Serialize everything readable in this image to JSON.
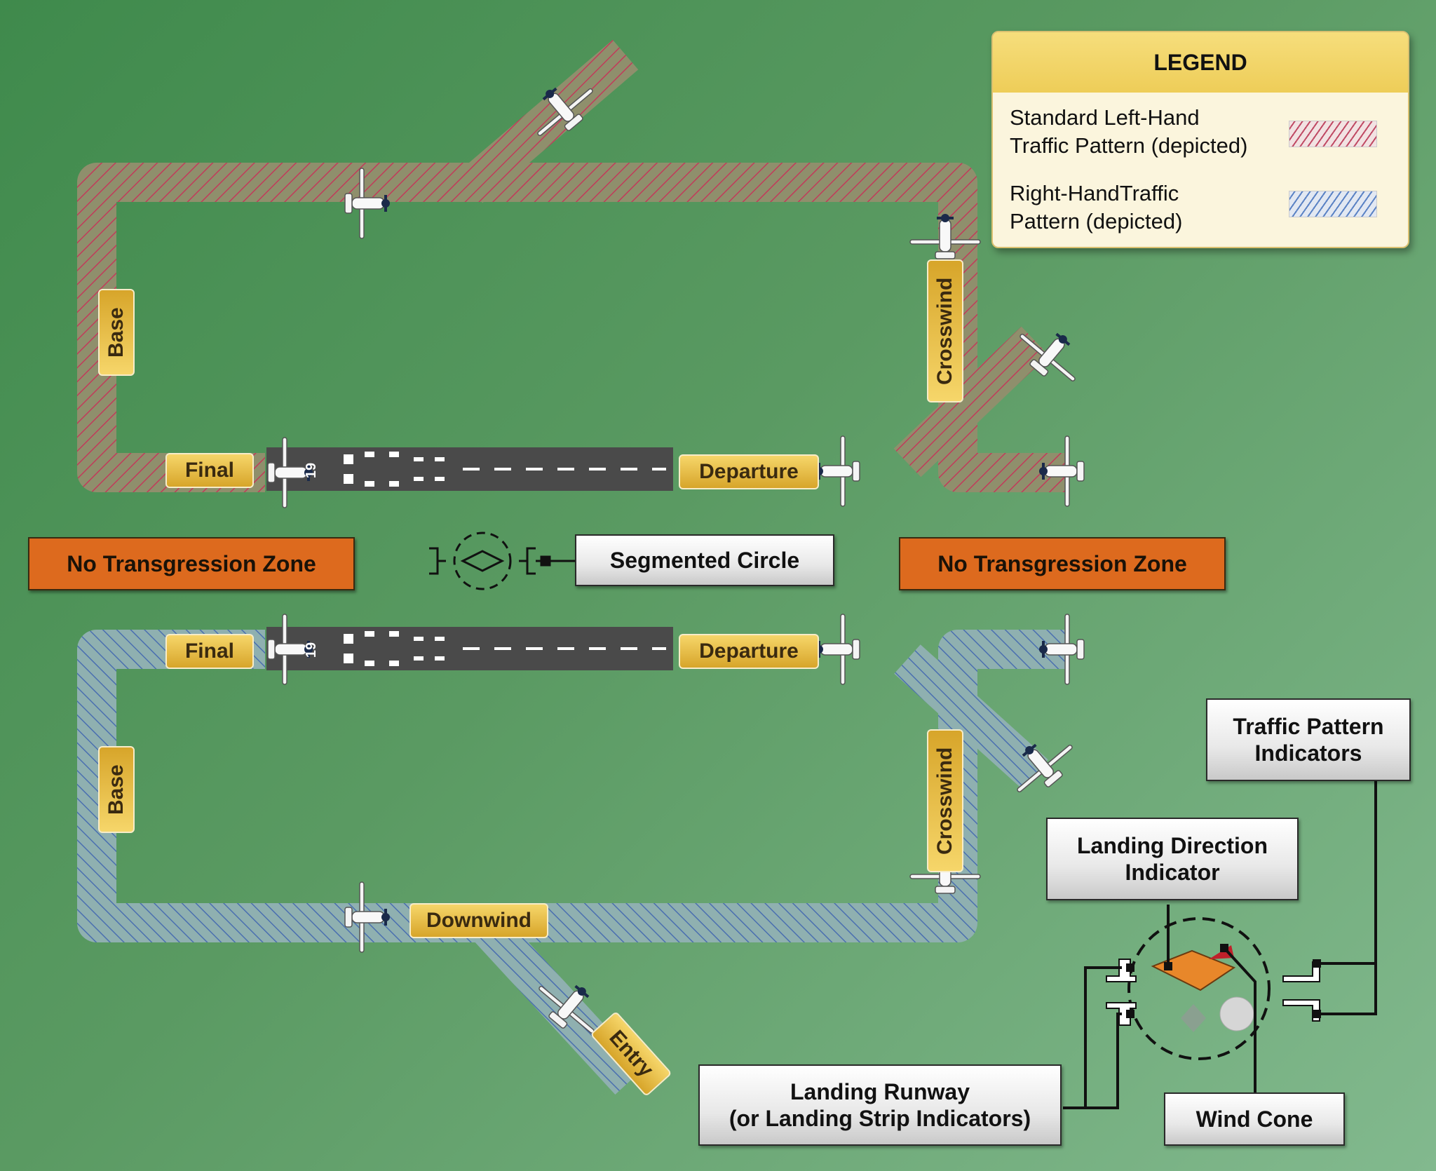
{
  "legend": {
    "title": "LEGEND",
    "left_hand": "Standard Left-Hand\nTraffic Pattern (depicted)",
    "right_hand": "Right-HandTraffic\nPattern (depicted)",
    "colors": {
      "left_hand": "#c04a64",
      "right_hand": "#5a82c4"
    }
  },
  "top_pattern": {
    "base": "Base",
    "crosswind": "Crosswind",
    "final": "Final",
    "departure": "Departure",
    "runway_number": "19"
  },
  "bottom_pattern": {
    "base": "Base",
    "crosswind": "Crosswind",
    "final": "Final",
    "departure": "Departure",
    "downwind": "Downwind",
    "entry": "Entry",
    "runway_number": "19"
  },
  "zones": {
    "left": "No Transgression Zone",
    "right": "No Transgression Zone"
  },
  "callouts": {
    "segmented_circle": "Segmented Circle",
    "traffic_pattern_indicators": "Traffic Pattern\nIndicators",
    "landing_direction_indicator": "Landing Direction\nIndicator",
    "landing_runway": "Landing Runway\n(or Landing Strip Indicators)",
    "wind_cone": "Wind Cone"
  },
  "icons": [
    "airplane-icon",
    "segmented-circle-icon",
    "wind-cone-icon",
    "landing-tee-icon",
    "runway-icon"
  ]
}
